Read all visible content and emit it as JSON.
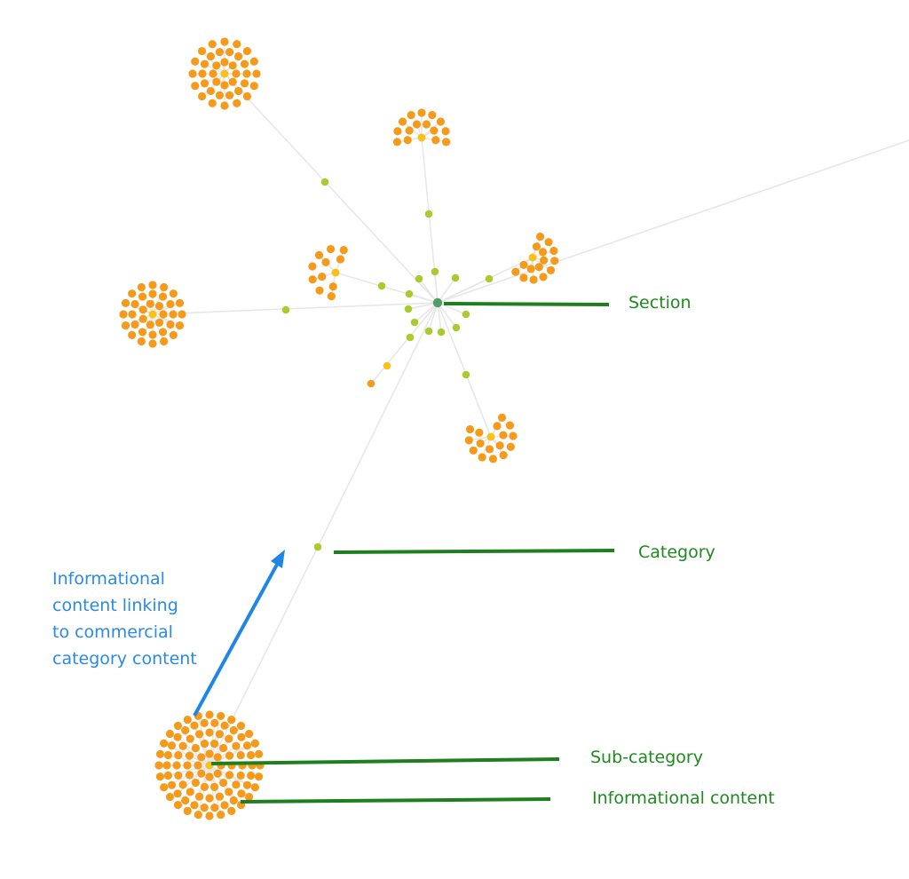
{
  "colors": {
    "background": "#ffffff",
    "edge": "#e6e6e6",
    "leaf": "#f59a1b",
    "hub": "#f8c21a",
    "category": "#a9cb2f",
    "section": "#4f9e6a",
    "annotation_line": "#1e7f1e",
    "annotation_text": "#1e8a1e",
    "arrow": "#1f86e8",
    "note_text": "#2a8ae6"
  },
  "labels": {
    "section": "Section",
    "category": "Category",
    "sub_category": "Sub-category",
    "informational_content": "Informational content"
  },
  "note": {
    "lines": [
      "Informational",
      "content linking",
      "to commercial",
      "category content"
    ]
  }
}
